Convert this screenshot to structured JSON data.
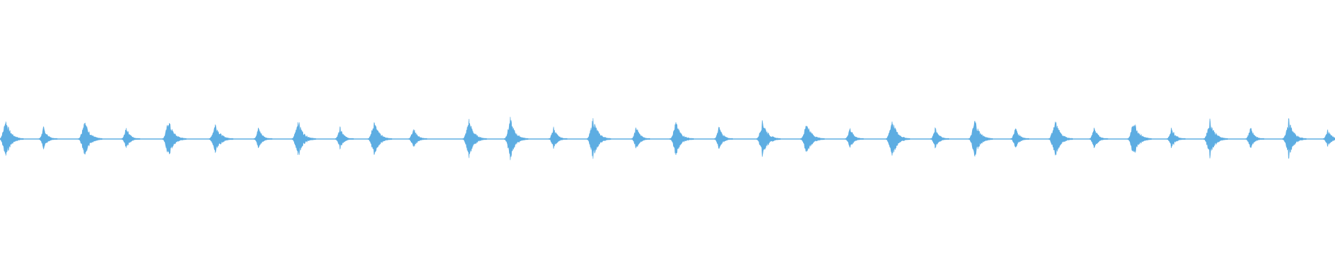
{
  "waveform": {
    "color": "#5dade2",
    "background": "#ffffff",
    "bursts": [
      {
        "t": 0.006,
        "amp": 0.95,
        "kind": "strong"
      },
      {
        "t": 0.034,
        "amp": 0.55,
        "kind": "soft"
      },
      {
        "t": 0.065,
        "amp": 0.92,
        "kind": "strong"
      },
      {
        "t": 0.096,
        "amp": 0.55,
        "kind": "soft"
      },
      {
        "t": 0.128,
        "amp": 0.92,
        "kind": "strong"
      },
      {
        "t": 0.163,
        "amp": 0.75,
        "kind": "strong"
      },
      {
        "t": 0.195,
        "amp": 0.55,
        "kind": "soft"
      },
      {
        "t": 0.225,
        "amp": 0.92,
        "kind": "strong"
      },
      {
        "t": 0.256,
        "amp": 0.55,
        "kind": "soft"
      },
      {
        "t": 0.282,
        "amp": 0.85,
        "kind": "strong"
      },
      {
        "t": 0.311,
        "amp": 0.55,
        "kind": "soft"
      },
      {
        "t": 0.353,
        "amp": 0.92,
        "kind": "strong"
      },
      {
        "t": 0.384,
        "amp": 0.95,
        "kind": "strong"
      },
      {
        "t": 0.416,
        "amp": 0.55,
        "kind": "soft"
      },
      {
        "t": 0.446,
        "amp": 1.0,
        "kind": "strong"
      },
      {
        "t": 0.478,
        "amp": 0.6,
        "kind": "soft"
      },
      {
        "t": 0.508,
        "amp": 0.8,
        "kind": "strong"
      },
      {
        "t": 0.54,
        "amp": 0.6,
        "kind": "soft"
      },
      {
        "t": 0.573,
        "amp": 0.9,
        "kind": "strong"
      },
      {
        "t": 0.606,
        "amp": 0.8,
        "kind": "strong"
      },
      {
        "t": 0.638,
        "amp": 0.55,
        "kind": "soft"
      },
      {
        "t": 0.67,
        "amp": 0.95,
        "kind": "strong"
      },
      {
        "t": 0.702,
        "amp": 0.55,
        "kind": "soft"
      },
      {
        "t": 0.732,
        "amp": 0.92,
        "kind": "strong"
      },
      {
        "t": 0.762,
        "amp": 0.55,
        "kind": "soft"
      },
      {
        "t": 0.792,
        "amp": 0.95,
        "kind": "strong"
      },
      {
        "t": 0.821,
        "amp": 0.55,
        "kind": "soft"
      },
      {
        "t": 0.851,
        "amp": 0.92,
        "kind": "strong"
      },
      {
        "t": 0.879,
        "amp": 0.55,
        "kind": "soft"
      },
      {
        "t": 0.908,
        "amp": 0.92,
        "kind": "strong"
      },
      {
        "t": 0.938,
        "amp": 0.55,
        "kind": "soft"
      },
      {
        "t": 0.967,
        "amp": 0.92,
        "kind": "strong"
      },
      {
        "t": 0.996,
        "amp": 0.45,
        "kind": "soft"
      }
    ]
  }
}
